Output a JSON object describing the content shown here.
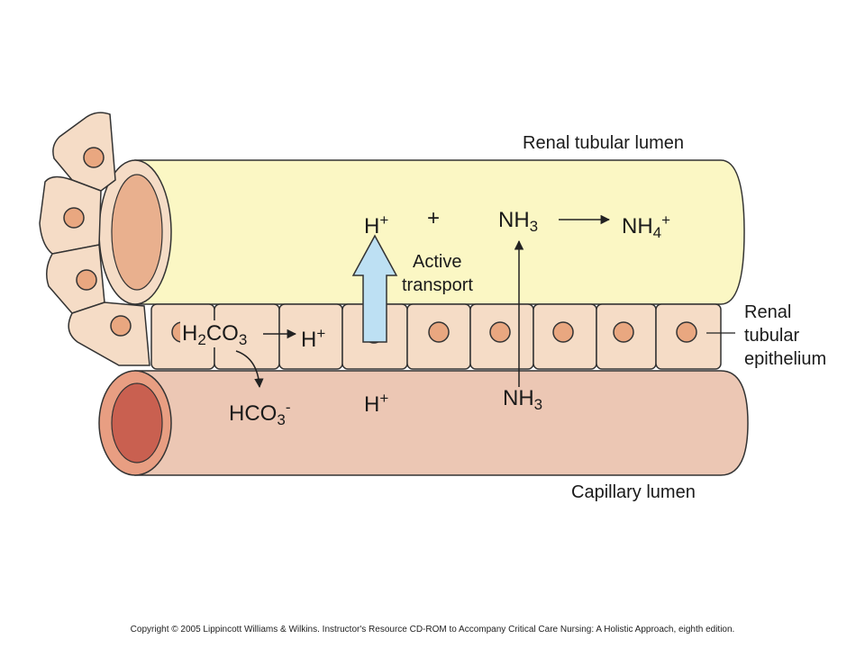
{
  "labels": {
    "renal_tubular_lumen": "Renal tubular lumen",
    "renal_tubular_epithelium": [
      "Renal",
      "tubular",
      "epithelium"
    ],
    "capillary_lumen": "Capillary lumen",
    "active_transport": [
      "Active",
      "transport"
    ]
  },
  "lumen_reaction": {
    "h_base": "H",
    "h_charge": "+",
    "plus": "+",
    "nh3_base": "NH",
    "nh3_sub": "3",
    "nh4_base": "NH",
    "nh4_sub": "4",
    "nh4_charge": "+"
  },
  "epithelium_reaction": {
    "h2co3_a": "H",
    "h2co3_sub1": "2",
    "h2co3_b": "CO",
    "h2co3_sub2": "3",
    "h_base": "H",
    "h_charge": "+"
  },
  "capillary_species": {
    "hco3_base": "HCO",
    "hco3_sub": "3",
    "hco3_charge": "-",
    "h_base": "H",
    "h_charge": "+",
    "nh3_base": "NH",
    "nh3_sub": "3"
  },
  "copyright": "Copyright © 2005 Lippincott  Williams & Wilkins.  Instructor's Resource CD-ROM to Accompany Critical Care Nursing:  A Holistic Approach, eighth edition.",
  "colors": {
    "tubule_fill": "#fbf7c4",
    "capillary_fill": "#ecc7b4",
    "cell_fill": "#f5dcc6",
    "nucleus_fill": "#e9a780",
    "capillary_end_inner": "#c96050",
    "transport_arrow": "#bde0f3"
  }
}
